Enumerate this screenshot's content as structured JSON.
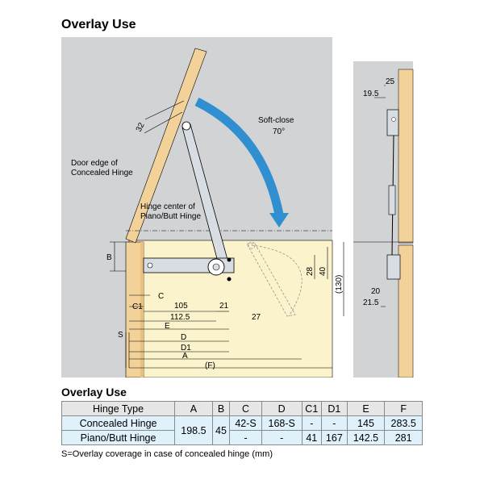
{
  "title": "Overlay Use",
  "diagram": {
    "soft_close_label": "Soft-close",
    "soft_close_angle": "70°",
    "door_edge_label_1": "Door edge of",
    "door_edge_label_2": "Concealed Hinge",
    "hinge_center_label_1": "Hinge center of",
    "hinge_center_label_2": "Piano/Butt Hinge",
    "dims": {
      "d32": "32",
      "dB": "B",
      "dC": "C",
      "dC1": "C1",
      "d105": "105",
      "d1125": "112.5",
      "d21": "21",
      "d27": "27",
      "dE": "E",
      "dS": "S",
      "dD": "D",
      "dD1": "D1",
      "dA": "A",
      "dF": "(F)",
      "d28": "28",
      "d40": "40",
      "d130": "(130)",
      "d25": "25",
      "d195": "19.5",
      "d20": "20",
      "d215": "21.5"
    }
  },
  "table": {
    "title": "Overlay Use",
    "headers": [
      "Hinge Type",
      "A",
      "B",
      "C",
      "D",
      "C1",
      "D1",
      "E",
      "F"
    ],
    "rows": [
      {
        "type": "Concealed Hinge",
        "A": "198.5",
        "B": "45",
        "C": "42-S",
        "D": "168-S",
        "C1": "-",
        "D1": "-",
        "E": "145",
        "F": "283.5"
      },
      {
        "type": "Piano/Butt Hinge",
        "C": "-",
        "D": "-",
        "C1": "41",
        "D1": "167",
        "E": "142.5",
        "F": "281"
      }
    ]
  },
  "note": "S=Overlay coverage in case of concealed hinge (mm)",
  "colors": {
    "panel_bg": "#d1d3d4",
    "wood": "#f3d29a",
    "cabinet": "#fbf3cc",
    "arrow_blue": "#2f8fd0",
    "stay_arm": "#d7dde3"
  }
}
